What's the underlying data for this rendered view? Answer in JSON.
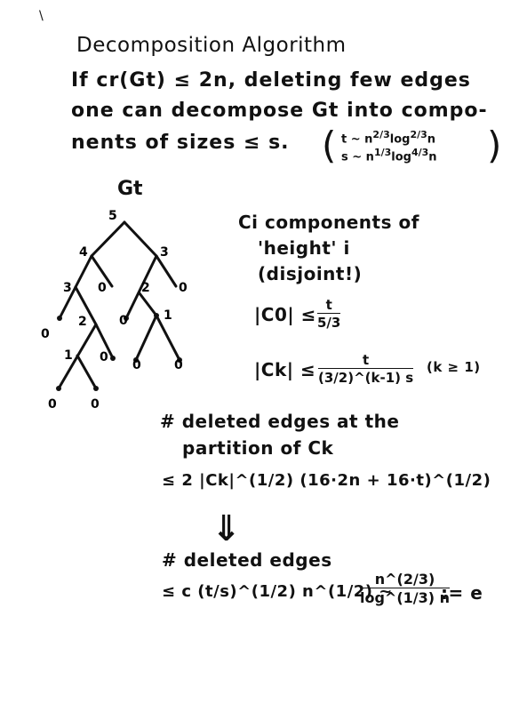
{
  "corner_mark": "\\",
  "title": "Decomposition Algorithm",
  "statement": {
    "line1": "If cr(Gt) ≤ 2n, deleting few edges",
    "line2": "one can decompose Gt into compo-",
    "line3": "nents of sizes ≤ s."
  },
  "params": {
    "t_base": "t ~ n",
    "t_exp": "2/3",
    "t_log": "log",
    "t_log_exp": "2/3",
    "t_tail": "n",
    "s_base": "s ~ n",
    "s_exp": "1/3",
    "s_log": "log",
    "s_log_exp": "4/3",
    "s_tail": "n"
  },
  "tree_label": "Gt",
  "tree_nodes": [
    "5",
    "4",
    "3",
    "3",
    "0",
    "2",
    "0",
    "0",
    "2",
    "0",
    "1",
    "1",
    "0",
    "0",
    "0",
    "0",
    "0"
  ],
  "components": {
    "heading1": "Ci components of",
    "heading2": "'height' i",
    "heading3": "(disjoint!)",
    "c0_lhs": "|C0| ≤",
    "c0_num": "t",
    "c0_den": "5/3",
    "ck_lhs": "|Ck| ≤",
    "ck_num": "t",
    "ck_den": "(3/2)^(k-1) s",
    "ck_cond": "(k ≥ 1)"
  },
  "deleted_partition": {
    "line1": "# deleted edges at the",
    "line2": "partition of Ck",
    "bound": "≤ 2 |Ck|^(1/2) (16·2n + 16·t)^(1/2)"
  },
  "arrow": "⇓",
  "deleted_total": {
    "line1": "# deleted edges",
    "bound": "≤ c (t/s)^(1/2) n^(1/2) ~",
    "num": "n^(2/3)",
    "den": "log^(1/3) n",
    "defines": ":= e"
  }
}
